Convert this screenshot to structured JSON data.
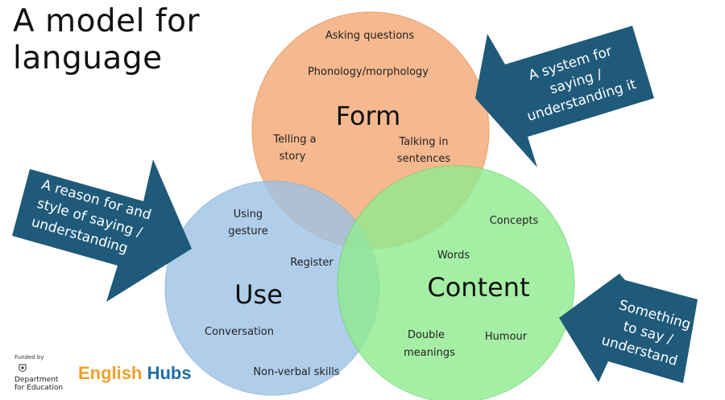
{
  "title_line1": "A model for",
  "title_line2": "language",
  "circles": {
    "form": {
      "label": "Form",
      "color": "#f4b183"
    },
    "use": {
      "label": "Use",
      "color": "#9dc3e6"
    },
    "content": {
      "label": "Content",
      "color": "#8fec8f"
    }
  },
  "items": {
    "asking_questions": "Asking questions",
    "phonology": "Phonology/morphology",
    "telling_story_1": "Telling a",
    "telling_story_2": "story",
    "talking_sentences_1": "Talking in",
    "talking_sentences_2": "sentences",
    "using_gesture_1": "Using",
    "using_gesture_2": "gesture",
    "register": "Register",
    "conversation": "Conversation",
    "nonverbal": "Non-verbal skills",
    "concepts": "Concepts",
    "words": "Words",
    "double_meanings_1": "Double",
    "double_meanings_2": "meanings",
    "humour": "Humour"
  },
  "arrows": {
    "form": {
      "line1": "A system for",
      "line2": "saying /",
      "line3": "understanding it"
    },
    "use": {
      "line1": "A reason for and",
      "line2": "style of saying /",
      "line3": "understanding"
    },
    "content": {
      "line1": "Something",
      "line2": "to say /",
      "line3": "understand"
    },
    "color": "#1f5a7a"
  },
  "logos": {
    "funded_by": "Funded by",
    "dfe_line1": "Department",
    "dfe_line2": "for Education",
    "hubs_word1": "English",
    "hubs_word2": "Hubs"
  }
}
